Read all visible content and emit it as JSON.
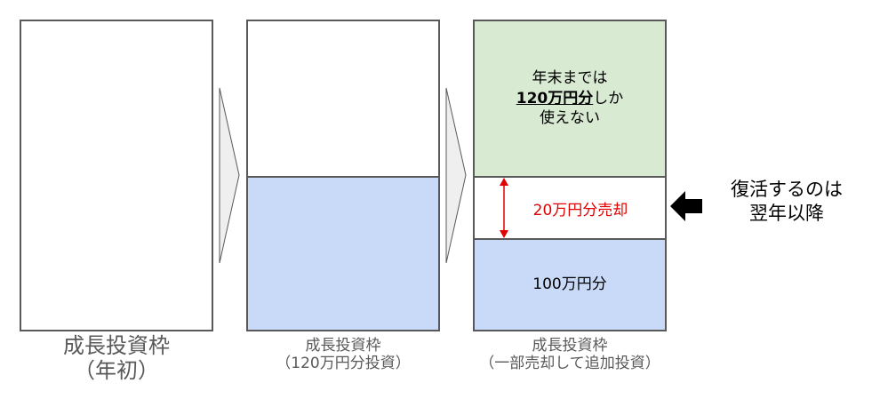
{
  "columns": [
    {
      "caption_line1": "成長投資枠",
      "caption_line2": "（年初）"
    },
    {
      "caption_line1": "成長投資枠",
      "caption_line2": "（120万円分投資）"
    },
    {
      "caption_line1": "成長投資枠",
      "caption_line2": "（一部売却して追加投資）",
      "top_text_line1": "年末までは",
      "top_text_bold": "120万円分",
      "top_text_line2_rest": "しか",
      "top_text_line3": "使えない",
      "middle_text": "20万円分売却",
      "bottom_text": "100万円分"
    }
  ],
  "side_note": {
    "line1": "復活するのは",
    "line2": "翌年以降"
  },
  "colors": {
    "invested": "#c9daf8",
    "available": "#d9ead3",
    "sold": "#e00000",
    "border": "#595959"
  }
}
